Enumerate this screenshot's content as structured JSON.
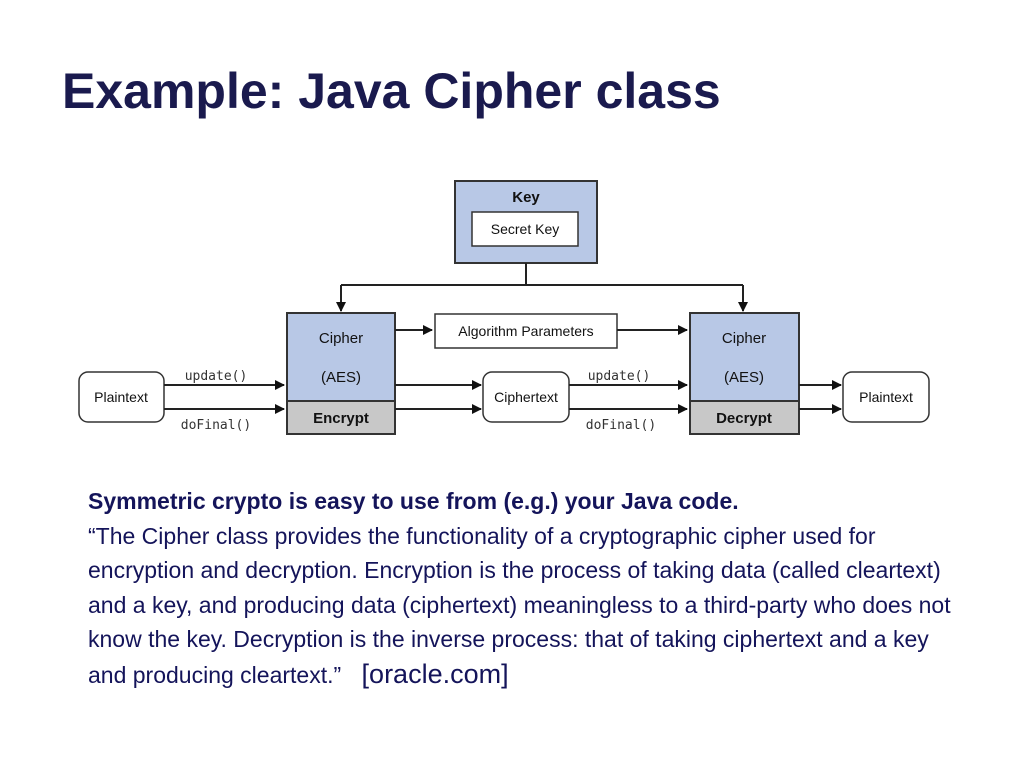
{
  "slide": {
    "title": "Example: Java Cipher class"
  },
  "diagram": {
    "key_group_label": "Key",
    "secret_key_label": "Secret Key",
    "algorithm_parameters_label": "Algorithm Parameters",
    "encrypt_cipher": {
      "label": "Cipher",
      "algorithm": "(AES)",
      "mode": "Encrypt"
    },
    "decrypt_cipher": {
      "label": "Cipher",
      "algorithm": "(AES)",
      "mode": "Decrypt"
    },
    "plaintext_in_label": "Plaintext",
    "ciphertext_label": "Ciphertext",
    "plaintext_out_label": "Plaintext",
    "update_label_1": "update()",
    "dofinal_label_1": "doFinal()",
    "update_label_2": "update()",
    "dofinal_label_2": "doFinal()",
    "colors": {
      "cipher_fill": "#b8c8e6",
      "mode_fill": "#c8c8c8",
      "stroke": "#333333"
    }
  },
  "body": {
    "lead": "Symmetric crypto is easy to use from (e.g.) your Java code.",
    "quote": "“The Cipher class provides the functionality of a cryptographic cipher used for encryption and decryption. Encryption is the process of taking data (called cleartext) and a key, and producing data (ciphertext) meaningless to a third-party who does not know the key. Decryption is the inverse process: that of taking ciphertext and a key and producing cleartext.”",
    "source": "[oracle.com]"
  }
}
